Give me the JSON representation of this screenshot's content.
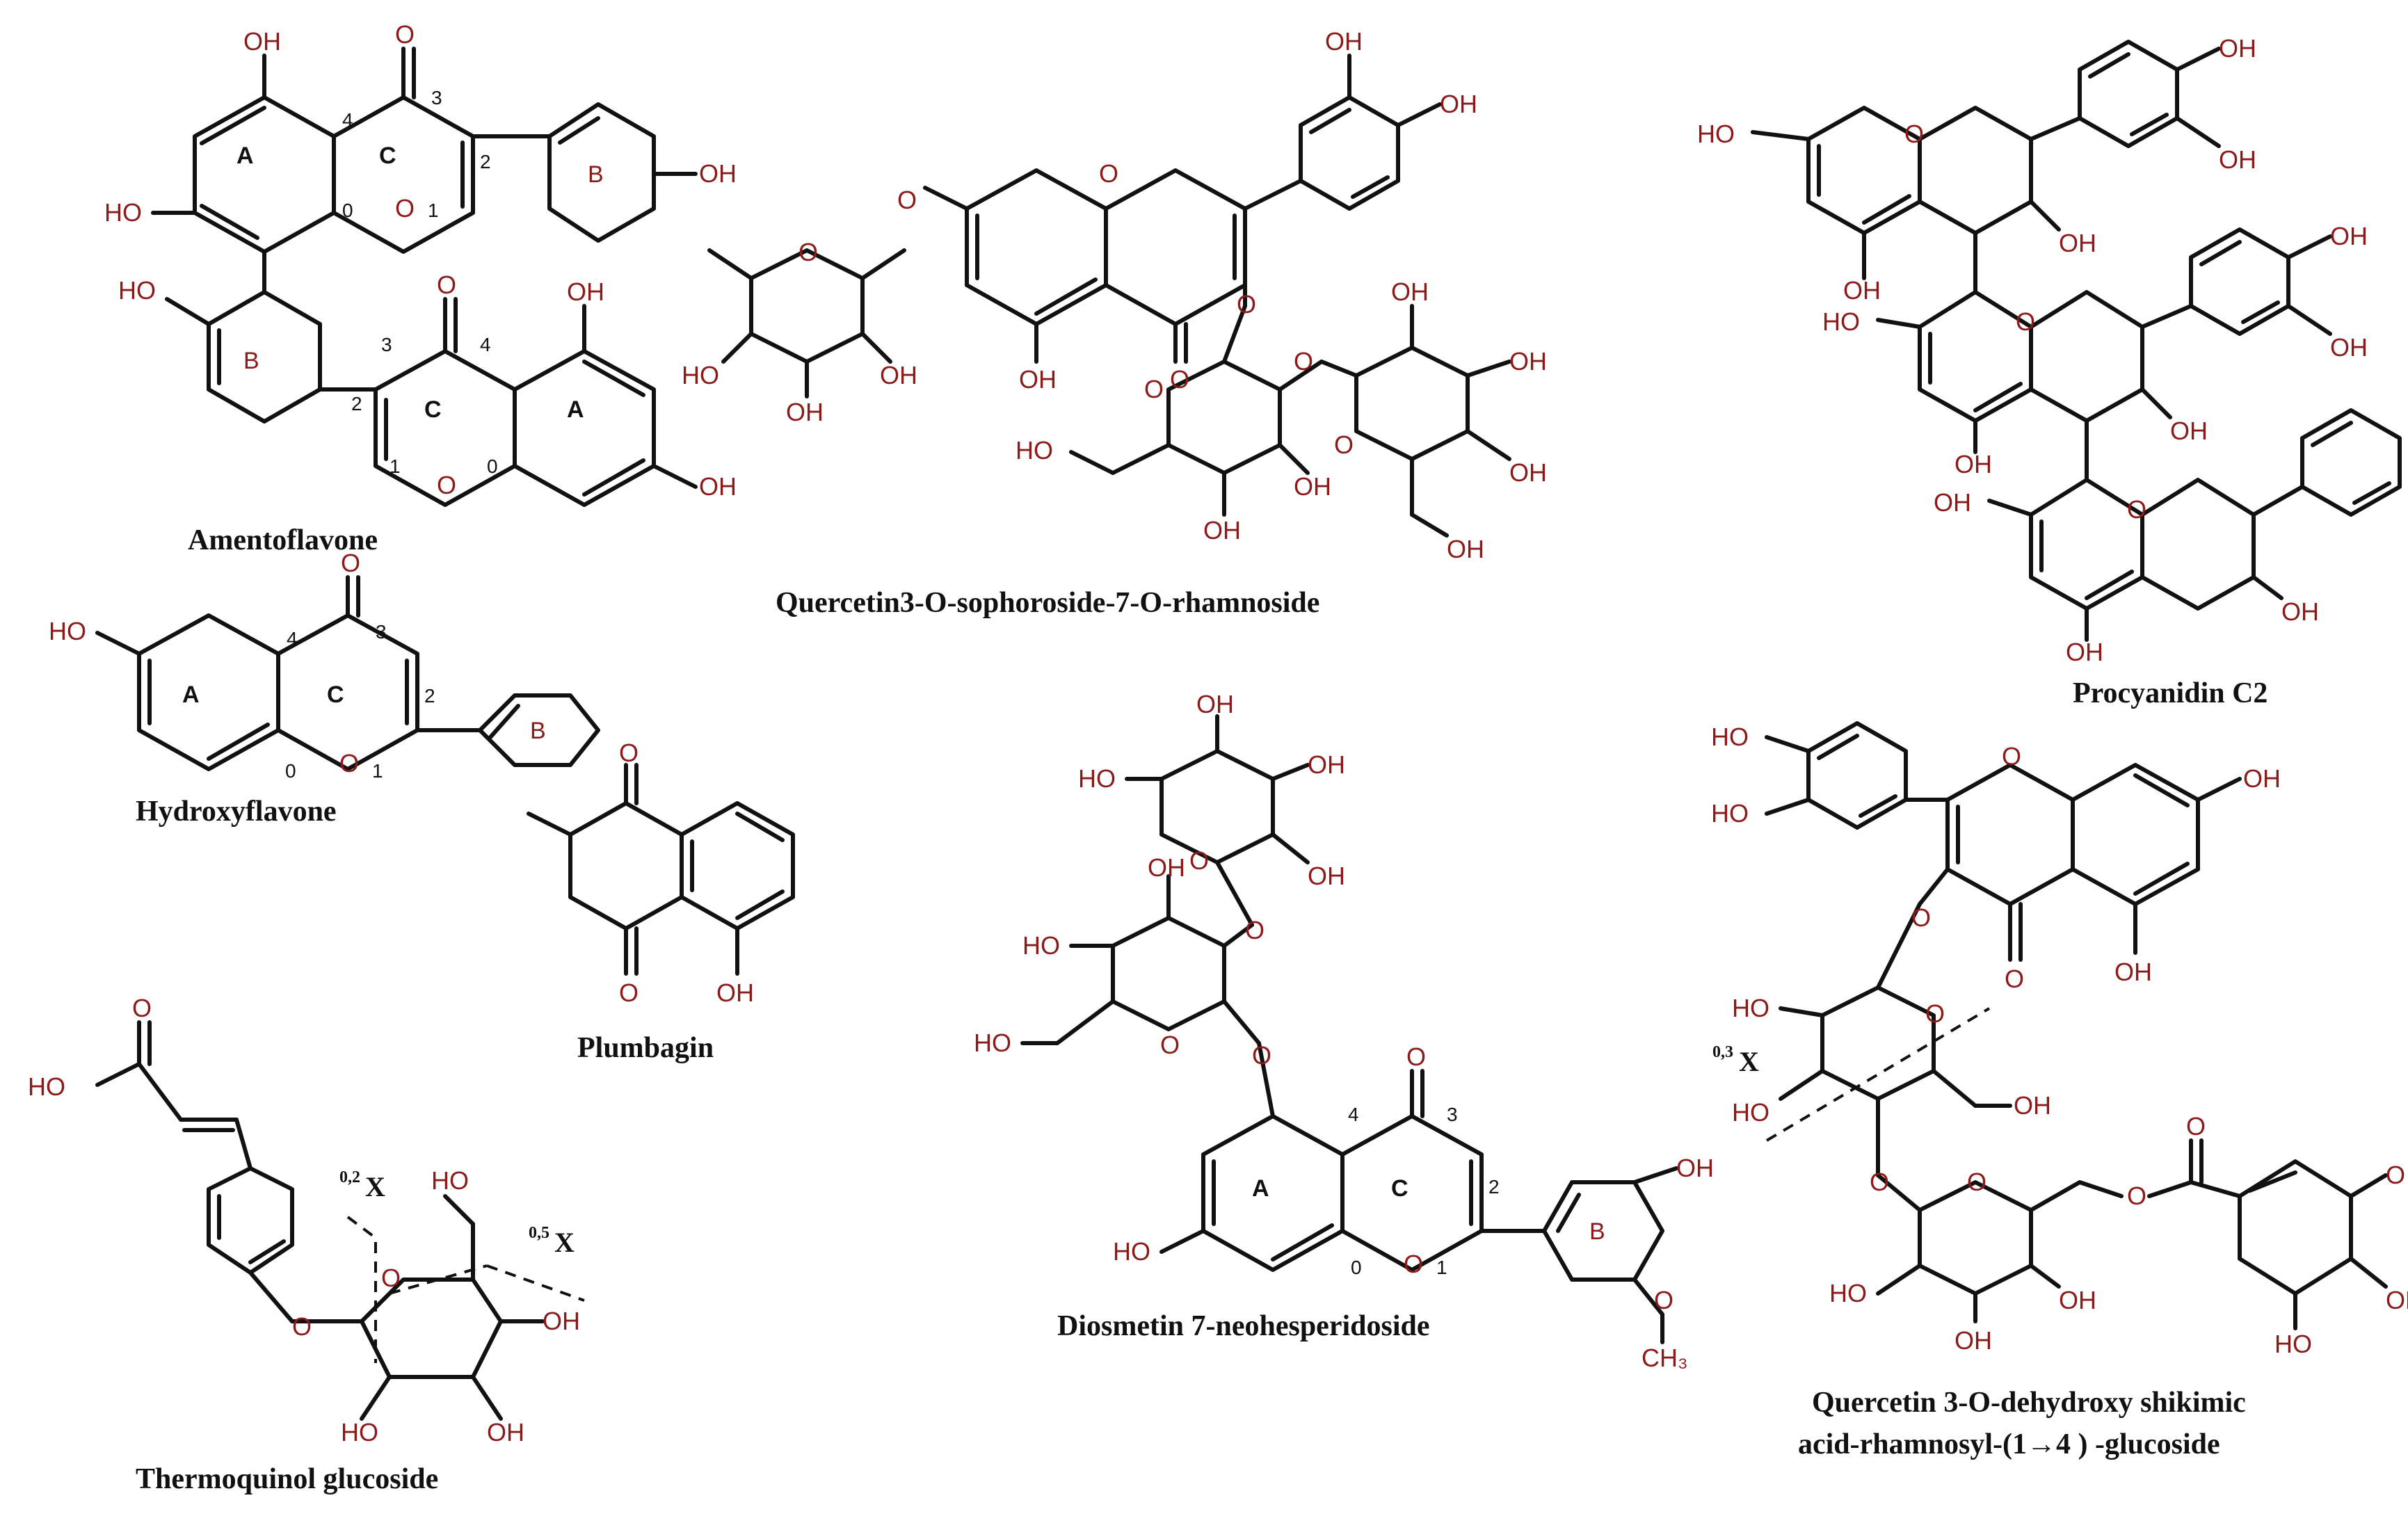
{
  "captions": {
    "amentoflavone": "Amentoflavone",
    "quercetin_soph": "Quercetin3-O-sophoroside-7-O-rhamnoside",
    "procyanidin": "Procyanidin C2",
    "hydroxyflavone": "Hydroxyflavone",
    "plumbagin": "Plumbagin",
    "diosmetin": "Diosmetin 7-neohesperidoside",
    "thermoquinol": "Thermoquinol glucoside",
    "quercetin_shik_line1": "Quercetin 3-O-dehydroxy shikimic",
    "quercetin_shik_line2": "acid-rhamnosyl-(1→4 ) -glucoside"
  },
  "atoms": {
    "OH": "OH",
    "HO": "HO",
    "O": "O",
    "CH3": "CH₃"
  },
  "rings": {
    "A": "A",
    "B": "B",
    "C": "C"
  },
  "positions": {
    "p0": "0",
    "p1": "1",
    "p2": "2",
    "p3": "3",
    "p4": "4"
  },
  "fragments": {
    "f02": "0,2",
    "f05": "0,5",
    "f03": "0,3",
    "X": "X"
  }
}
